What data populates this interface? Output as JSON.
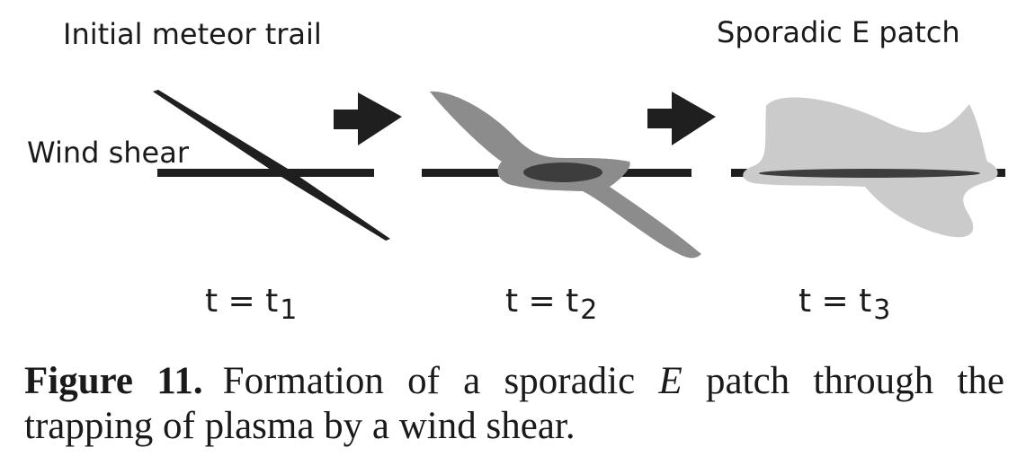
{
  "labels": {
    "initial": "Initial meteor trail",
    "sporadic": "Sporadic E patch",
    "wind": "Wind shear"
  },
  "times": [
    {
      "t": "t = t",
      "sub": "1"
    },
    {
      "t": "t = t",
      "sub": "2"
    },
    {
      "t": "t = t",
      "sub": "3"
    }
  ],
  "caption": {
    "number": "Figure 11.",
    "before": "Formation of a sporadic ",
    "emph": "E",
    "after": " patch through the trapping of plasma by a wind shear."
  },
  "colors": {
    "line": "#1f1f1f",
    "mid_gray": "#8c8c8c",
    "light_gray": "#cbcbcb",
    "dark_core": "#3d3d3d"
  }
}
